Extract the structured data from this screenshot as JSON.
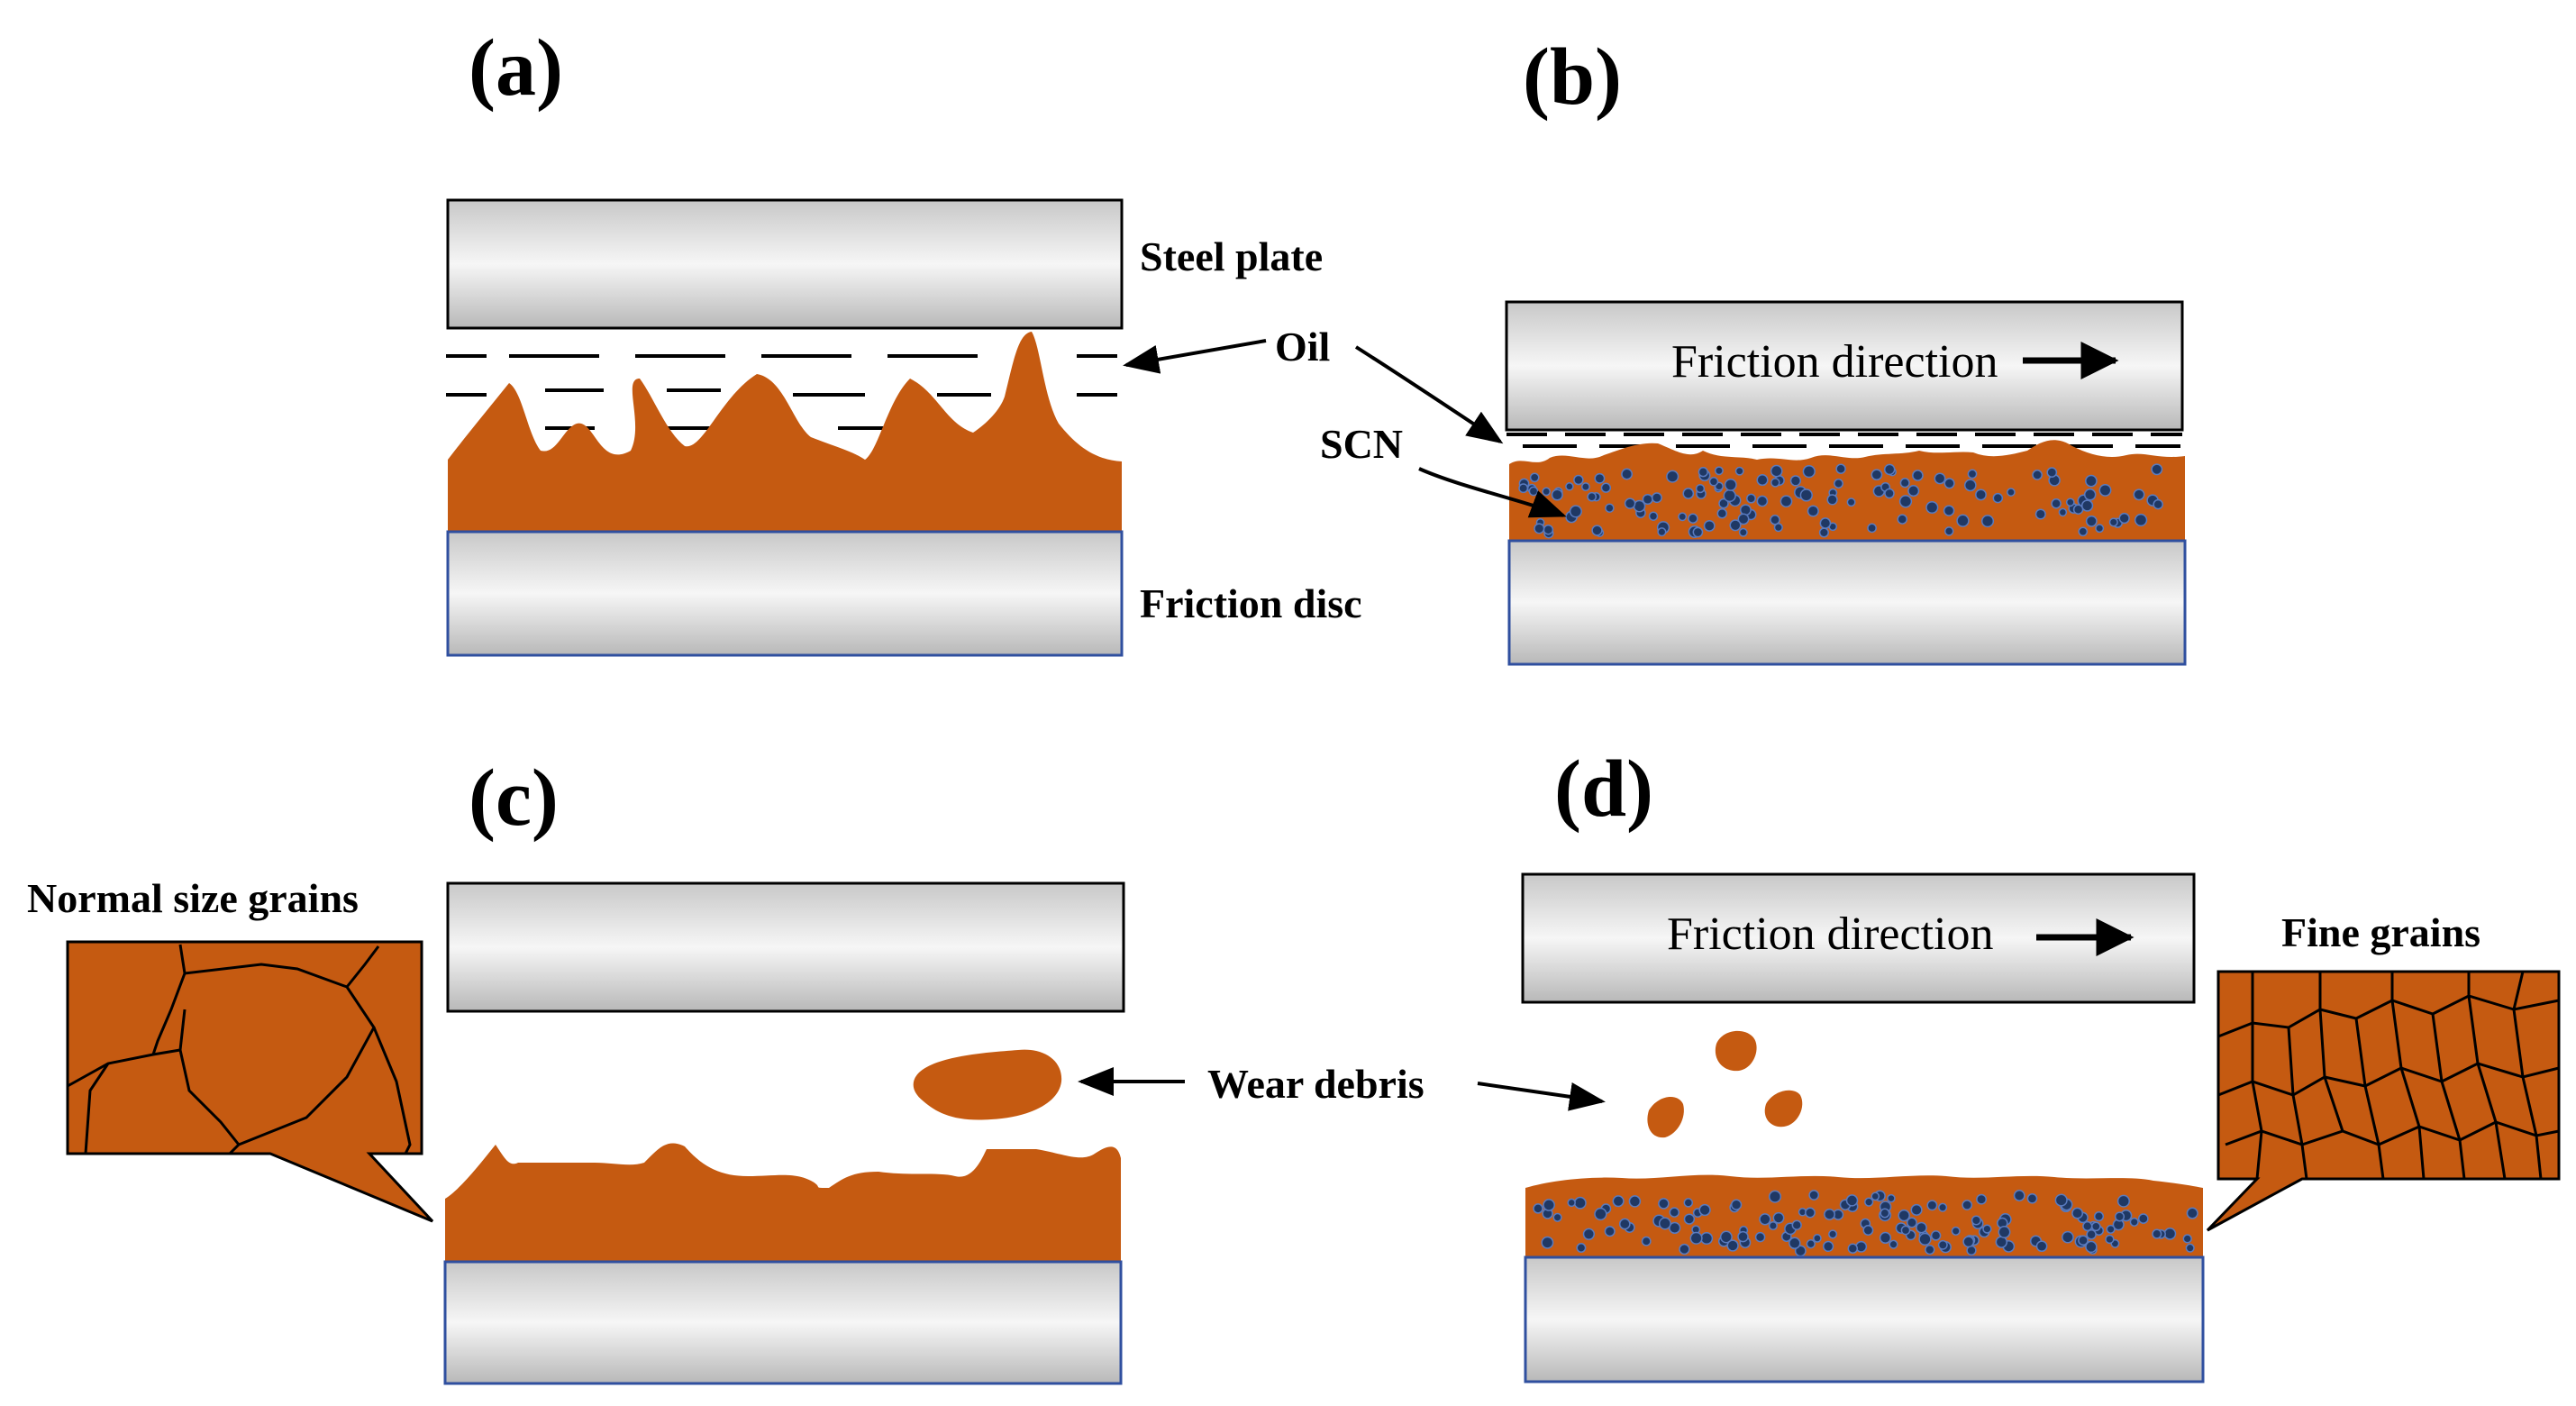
{
  "panels": {
    "a": {
      "label": "(a)"
    },
    "b": {
      "label": "(b)"
    },
    "c": {
      "label": "(c)"
    },
    "d": {
      "label": "(d)"
    }
  },
  "annotations": {
    "steel_plate": "Steel plate",
    "oil": "Oil",
    "friction_disc": "Friction disc",
    "scn": "SCN",
    "friction_direction_b": "Friction direction",
    "friction_direction_d": "Friction direction",
    "normal_size_grains": "Normal size grains",
    "wear_debris": "Wear debris",
    "fine_grains": "Fine grains"
  },
  "colors": {
    "friction_material": "#c55a11",
    "particle": "#1f3864",
    "plate_edge": "#000000",
    "disc_edge": "#2f4f9f"
  }
}
